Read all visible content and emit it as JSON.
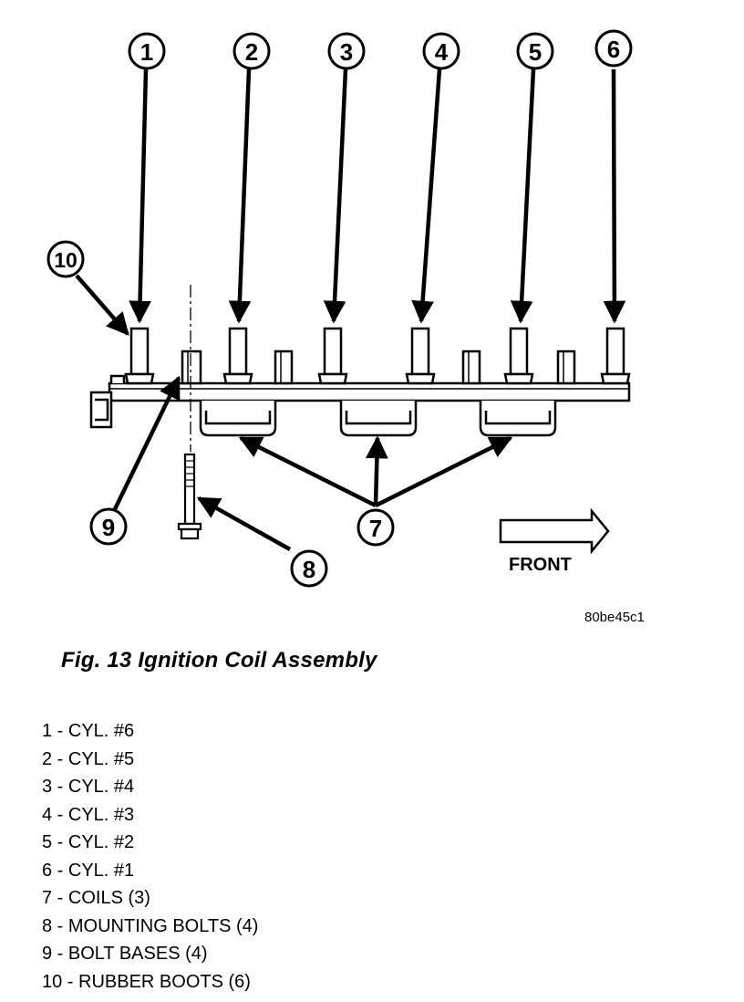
{
  "figure": {
    "caption": "Fig. 13 Ignition Coil Assembly",
    "image_code": "80be45c1",
    "front_label": "FRONT"
  },
  "callouts": [
    "1",
    "2",
    "3",
    "4",
    "5",
    "6",
    "7",
    "8",
    "9",
    "10"
  ],
  "legend": [
    "1 - CYL. #6",
    "2 - CYL. #5",
    "3 - CYL. #4",
    "4 - CYL. #3",
    "5 - CYL. #2",
    "6 - CYL. #1",
    "7 - COILS (3)",
    "8 - MOUNTING BOLTS (4)",
    "9 - BOLT BASES (4)",
    "10 - RUBBER BOOTS (6)"
  ]
}
